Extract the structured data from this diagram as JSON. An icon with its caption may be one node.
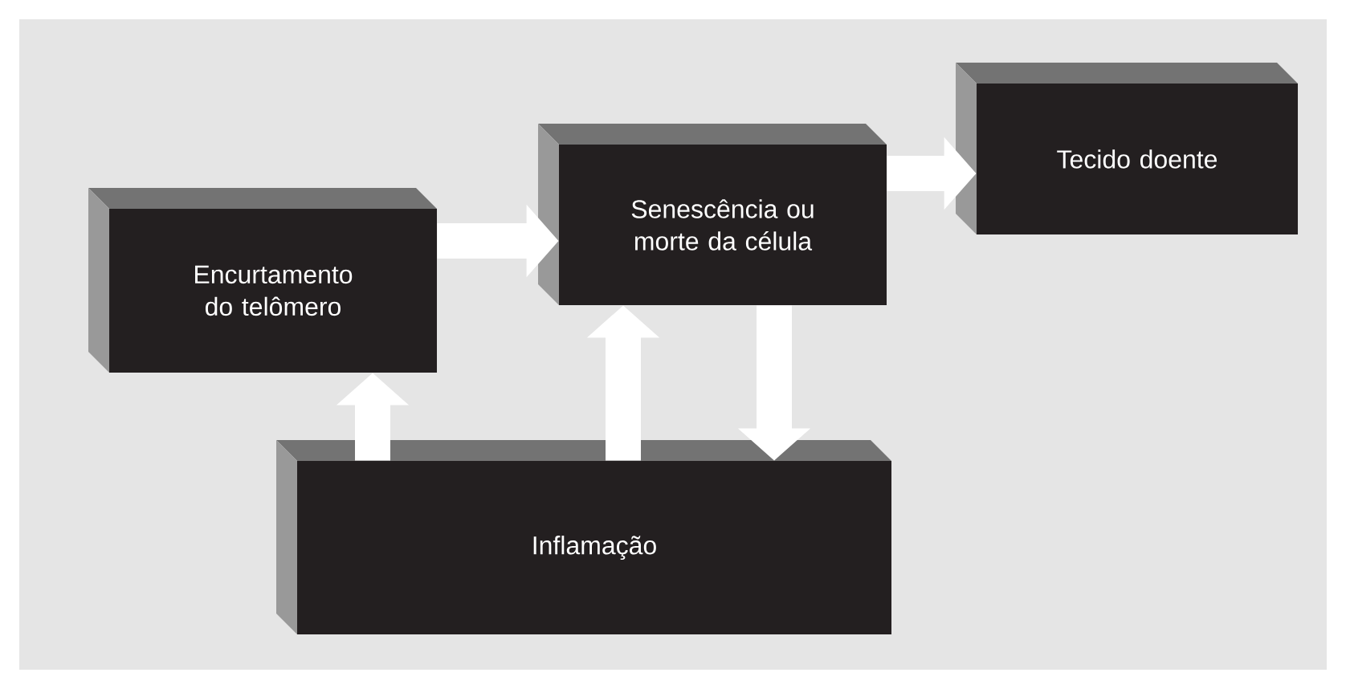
{
  "diagram": {
    "nodes": [
      {
        "text": [
          "Encurtamento do telômero"
        ]
      },
      {
        "text": [
          "Senescência ou morte da célula"
        ]
      },
      {
        "text": [
          "Tecido doente"
        ]
      },
      {
        "text": [
          "Inflamação"
        ]
      }
    ],
    "edges": [
      {
        "from": 0,
        "to": 1,
        "arrow": "to"
      },
      {
        "from": 1,
        "to": 2,
        "arrow": "to"
      },
      {
        "from": 3,
        "to": 0,
        "arrow": "to"
      },
      {
        "from": 3,
        "to": 1,
        "arrow": "to"
      },
      {
        "from": 1,
        "to": 3,
        "arrow": "to"
      }
    ]
  }
}
